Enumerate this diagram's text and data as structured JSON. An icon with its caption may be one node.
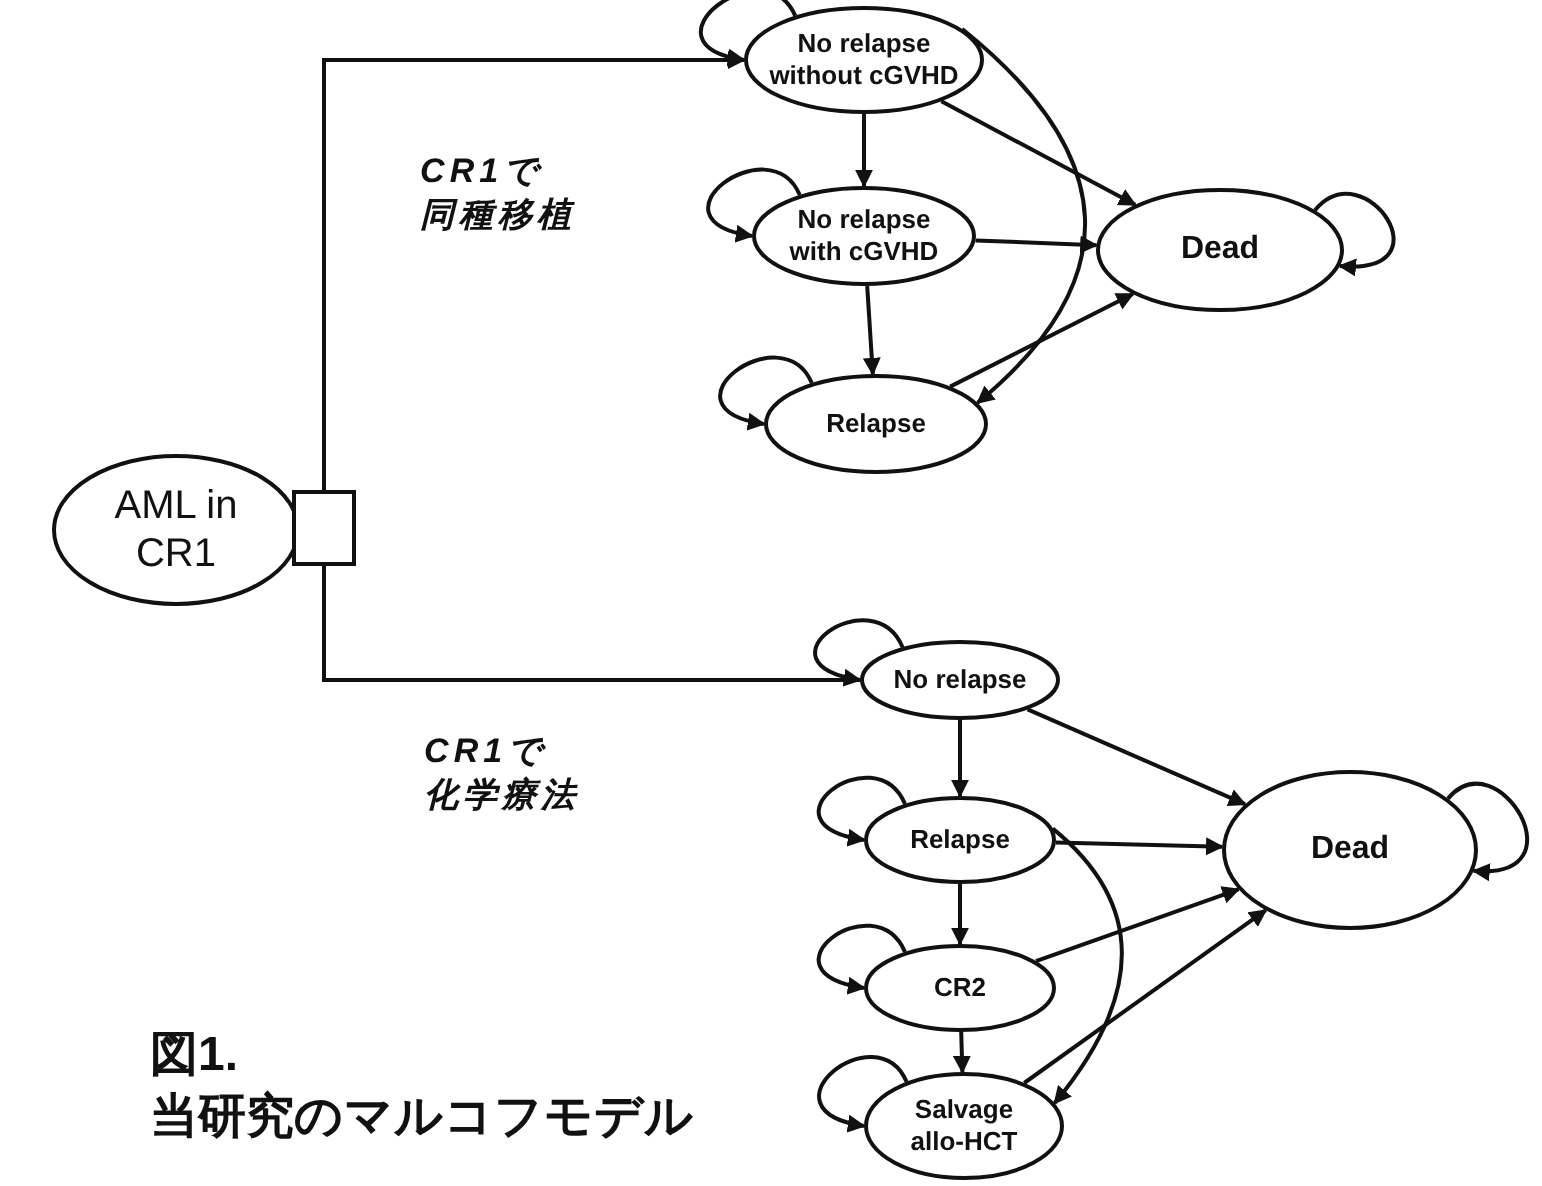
{
  "diagram": {
    "caption": "図1. 当研究のマルコフモデル",
    "nodes": [
      {
        "text": [
          "AML in CR1"
        ]
      },
      {
        "text": [],
        "shape": "box"
      },
      {
        "text": [
          "No relapse without cGVHD"
        ]
      },
      {
        "text": [
          "No relapse with cGVHD"
        ]
      },
      {
        "text": [
          "Relapse"
        ]
      },
      {
        "text": [
          "Dead"
        ]
      },
      {
        "text": [
          "No relapse"
        ]
      },
      {
        "text": [
          "Relapse"
        ]
      },
      {
        "text": [
          "CR2"
        ]
      },
      {
        "text": [
          "Salvage allo-HCT"
        ]
      },
      {
        "text": [
          "Dead"
        ]
      }
    ],
    "edges": [
      {
        "from": 1,
        "to": 2,
        "arrow": "to",
        "label": "CR1で同種移植"
      },
      {
        "from": 2,
        "to": 2,
        "arrow": "to"
      },
      {
        "from": 2,
        "to": 3,
        "arrow": "to"
      },
      {
        "from": 3,
        "to": 3,
        "arrow": "to"
      },
      {
        "from": 3,
        "to": 4,
        "arrow": "to"
      },
      {
        "from": 4,
        "to": 4,
        "arrow": "to"
      },
      {
        "from": 2,
        "to": 5,
        "arrow": "to"
      },
      {
        "from": 3,
        "to": 5,
        "arrow": "to"
      },
      {
        "from": 2,
        "to": 4,
        "arrow": "to"
      },
      {
        "from": 4,
        "to": 5,
        "arrow": "to"
      },
      {
        "from": 5,
        "to": 5,
        "arrow": "to"
      },
      {
        "from": 1,
        "to": 6,
        "arrow": "none",
        "label": "CR1で化学療法"
      },
      {
        "from": 6,
        "to": 6,
        "arrow": "to"
      },
      {
        "from": 6,
        "to": 7,
        "arrow": "to"
      },
      {
        "from": 7,
        "to": 7,
        "arrow": "to"
      },
      {
        "from": 7,
        "to": 8,
        "arrow": "to"
      },
      {
        "from": 8,
        "to": 8,
        "arrow": "to"
      },
      {
        "from": 8,
        "to": 9,
        "arrow": "to"
      },
      {
        "from": 9,
        "to": 9,
        "arrow": "to"
      },
      {
        "from": 6,
        "to": 10,
        "arrow": "to"
      },
      {
        "from": 7,
        "to": 10,
        "arrow": "to"
      },
      {
        "from": 8,
        "to": 10,
        "arrow": "to"
      },
      {
        "from": 9,
        "to": 10,
        "arrow": "to"
      },
      {
        "from": 7,
        "to": 9,
        "arrow": "to"
      },
      {
        "from": 10,
        "to": 10,
        "arrow": "to"
      }
    ]
  }
}
